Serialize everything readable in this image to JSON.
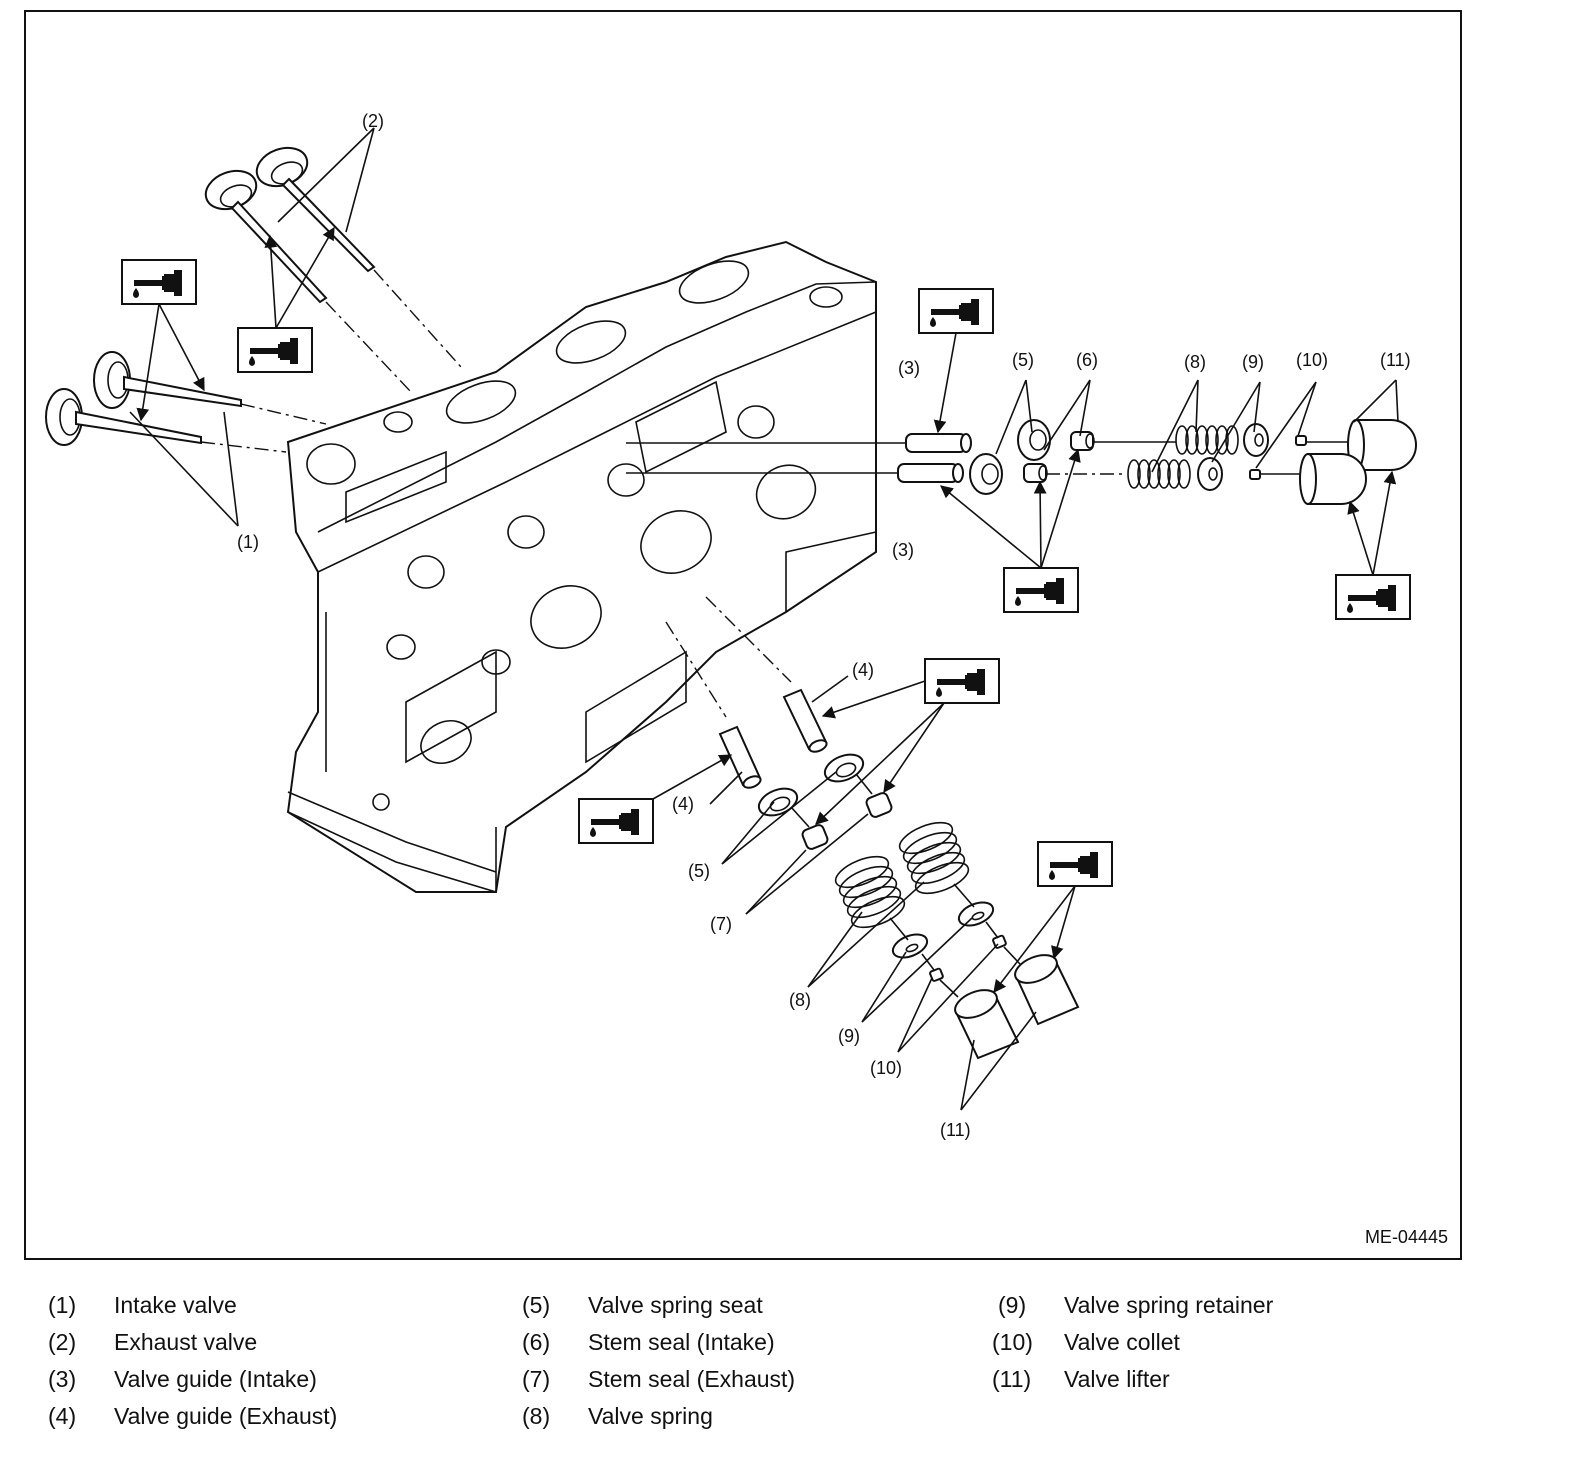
{
  "figure": {
    "figure_id": "ME-04445",
    "callouts": [
      "(1)",
      "(2)",
      "(3)",
      "(4)",
      "(5)",
      "(6)",
      "(7)",
      "(8)",
      "(9)",
      "(10)",
      "(11)"
    ]
  },
  "legend": [
    {
      "num": "(1)",
      "text": "Intake valve"
    },
    {
      "num": "(2)",
      "text": "Exhaust valve"
    },
    {
      "num": "(3)",
      "text": "Valve guide (Intake)"
    },
    {
      "num": "(4)",
      "text": "Valve guide (Exhaust)"
    },
    {
      "num": "(5)",
      "text": "Valve spring seat"
    },
    {
      "num": "(6)",
      "text": "Stem seal (Intake)"
    },
    {
      "num": "(7)",
      "text": "Stem seal (Exhaust)"
    },
    {
      "num": "(8)",
      "text": "Valve spring"
    },
    {
      "num": "(9)",
      "text": "Valve spring retainer"
    },
    {
      "num": "(10)",
      "text": "Valve collet"
    },
    {
      "num": "(11)",
      "text": "Valve lifter"
    }
  ],
  "icons": {
    "oil_apply": "oil-can-icon"
  }
}
